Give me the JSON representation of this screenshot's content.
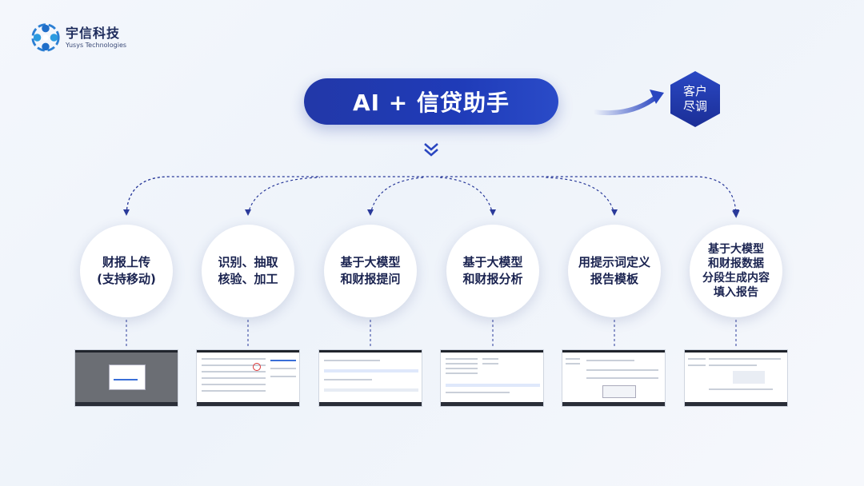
{
  "brand": {
    "name_cn": "宇信科技",
    "name_en": "Yusys Technologies"
  },
  "title": "AI + 信贷助手",
  "hexagon_label": "客户\n尽调",
  "colors": {
    "primary": "#1f3bb8",
    "text_dark": "#1a2350",
    "connector": "#2a3a9a"
  },
  "icons": [
    "double-chevron-down-icon",
    "curved-arrow-right-icon",
    "logo-icon"
  ],
  "steps": [
    {
      "label": "财报上传\n(支持移动)"
    },
    {
      "label": "识别、抽取\n核验、加工"
    },
    {
      "label": "基于大模型\n和财报提问"
    },
    {
      "label": "基于大模型\n和财报分析"
    },
    {
      "label": "用提示词定义\n报告模板"
    },
    {
      "label": "基于大模型\n和财报数据\n分段生成内容\n填入报告"
    }
  ]
}
